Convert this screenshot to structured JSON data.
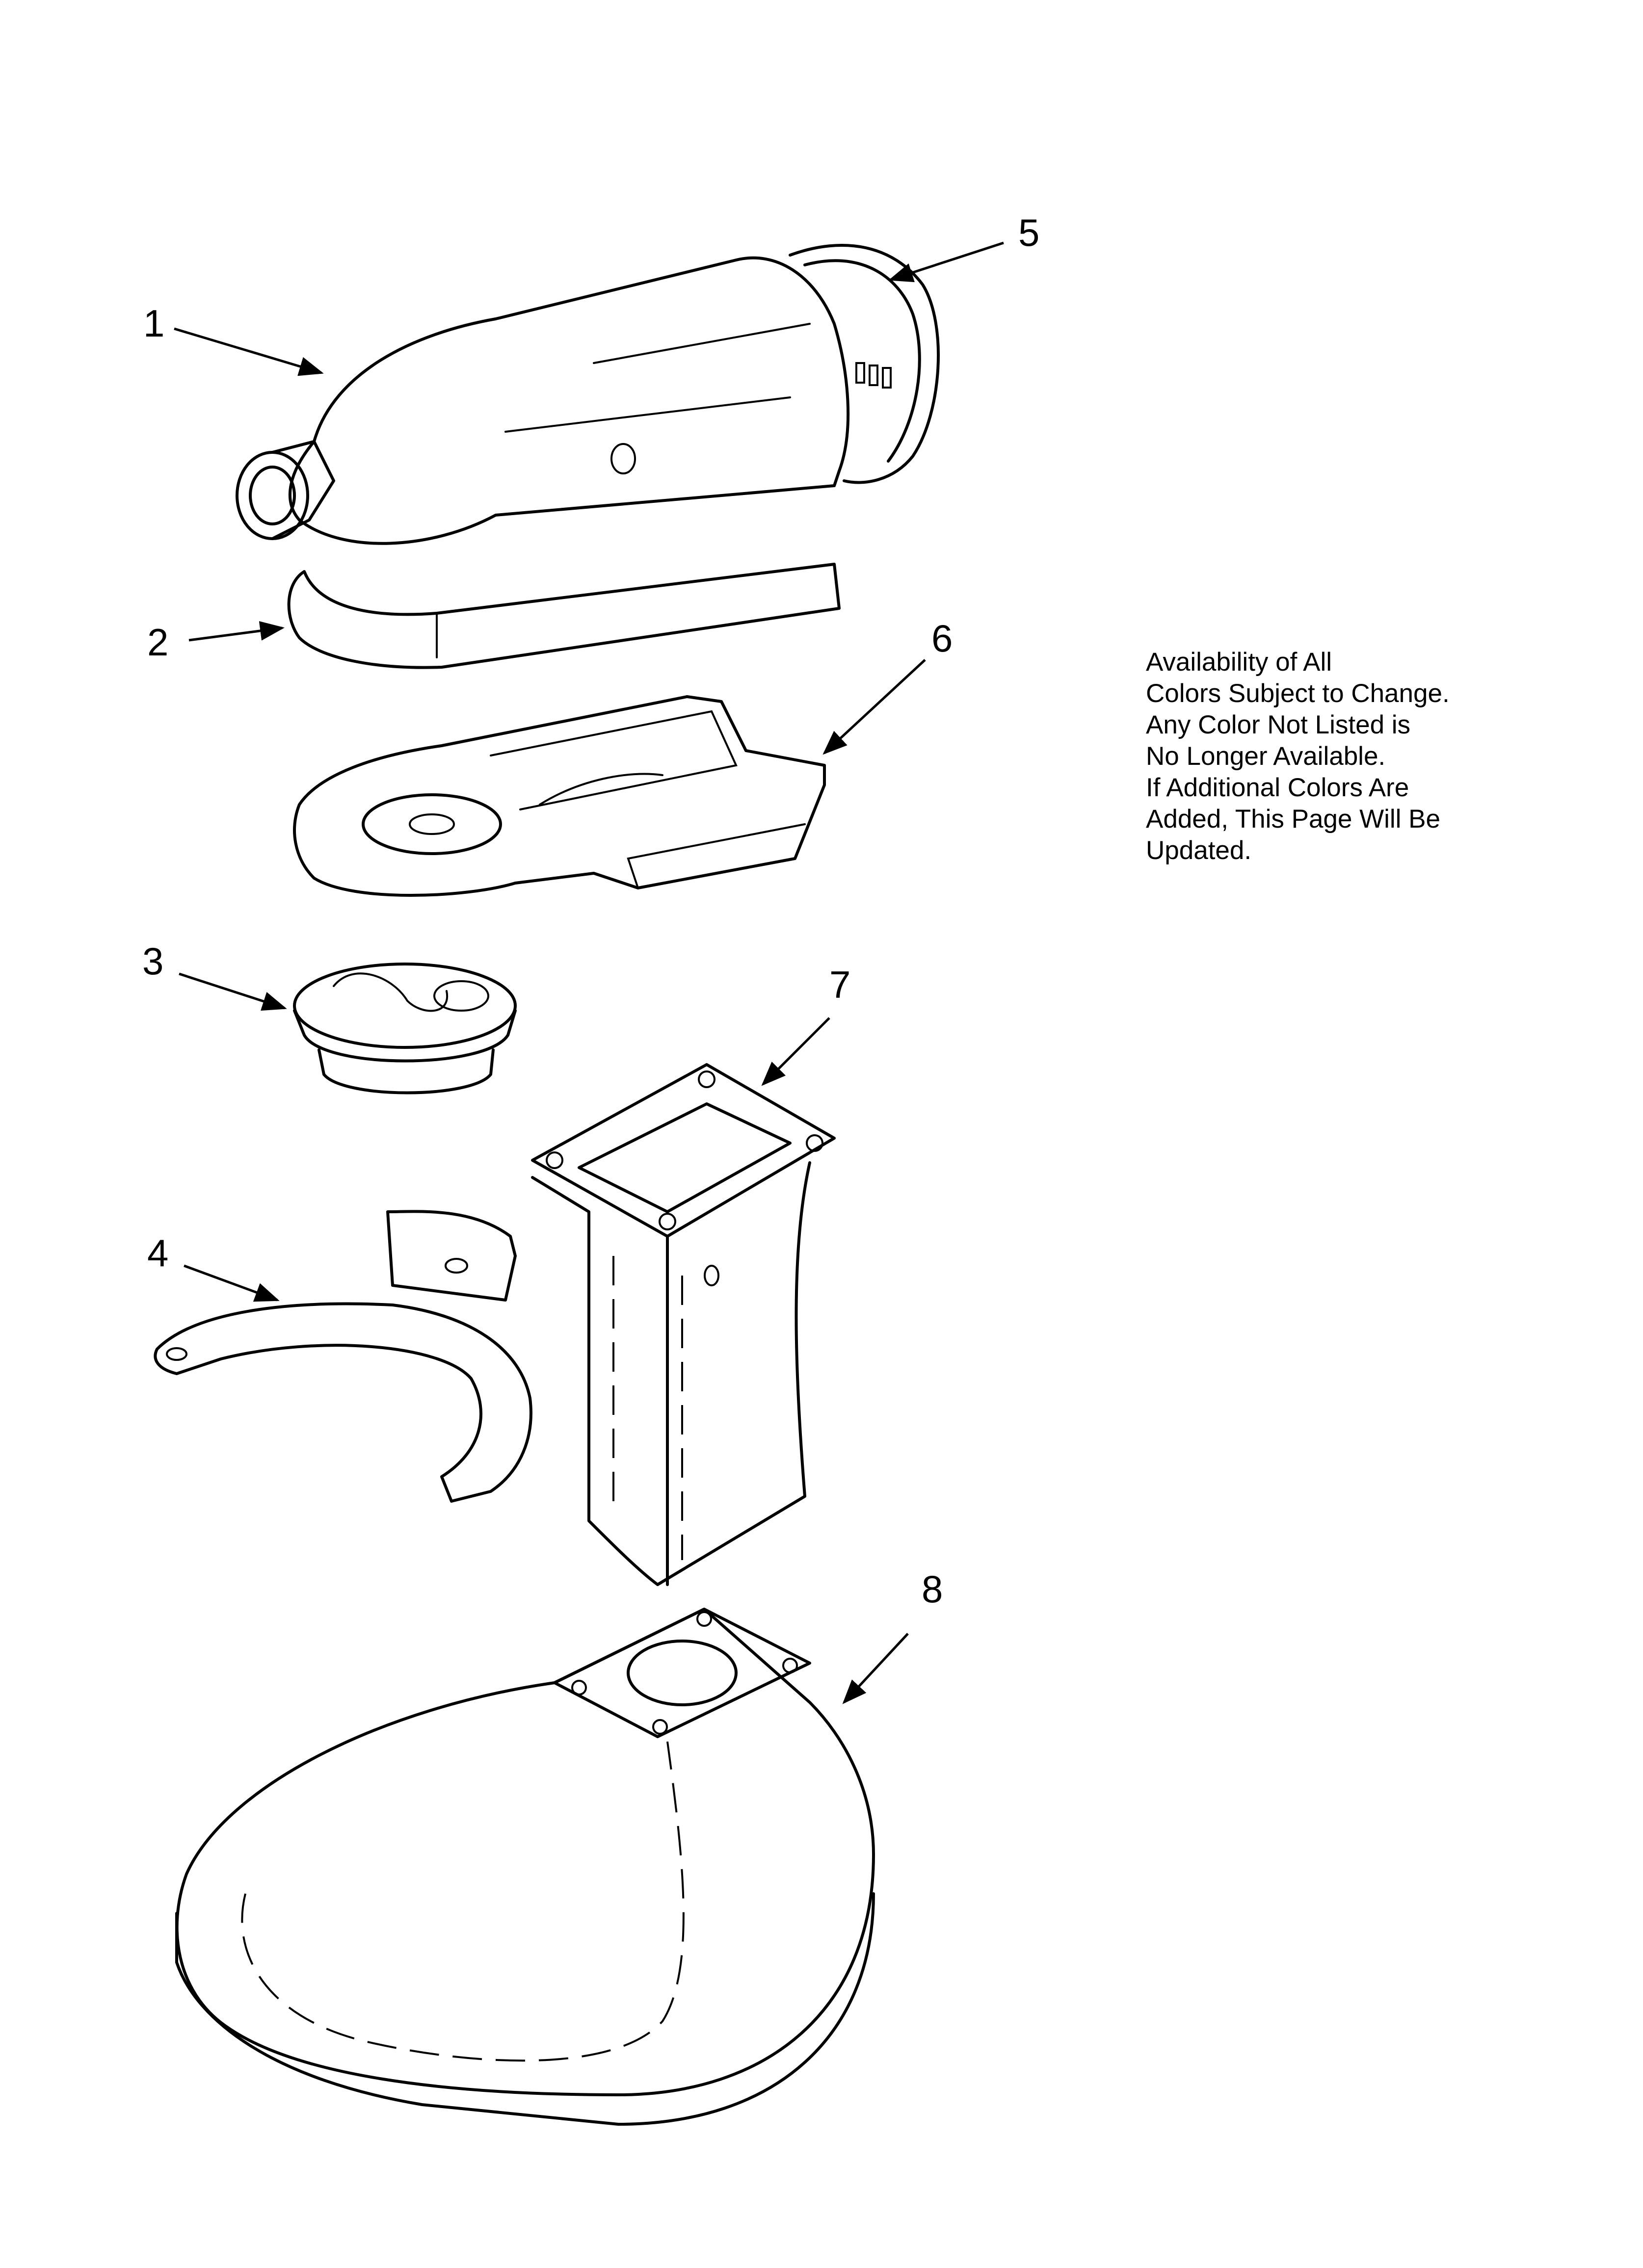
{
  "callouts": {
    "part_1": "1",
    "part_2": "2",
    "part_3": "3",
    "part_4": "4",
    "part_5": "5",
    "part_6": "6",
    "part_7": "7",
    "part_8": "8"
  },
  "note": {
    "lines": [
      "Availability of All",
      "Colors Subject to Change.",
      "Any Color Not Listed is",
      "No Longer Available.",
      "If Additional Colors Are",
      "Added, This Page Will Be",
      "Updated."
    ]
  }
}
